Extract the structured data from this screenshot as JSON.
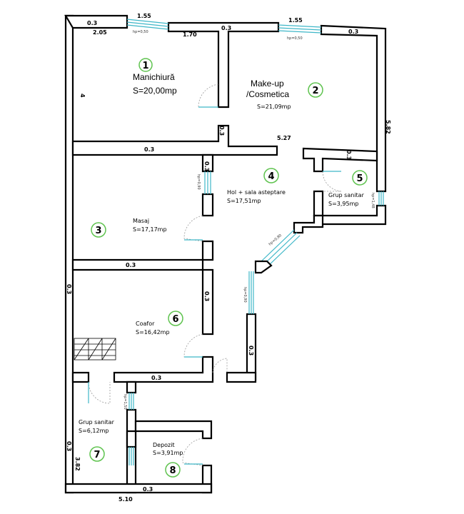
{
  "rooms": [
    {
      "number": "1",
      "name": "Manichiură",
      "area": "S=20,00mp"
    },
    {
      "number": "2",
      "name_line1": "Make-up",
      "name_line2": "/Cosmetica",
      "area": "S=21,09mp"
    },
    {
      "number": "3",
      "name": "Masaj",
      "area": "S=17,17mp"
    },
    {
      "number": "4",
      "name": "Hol + sala asteptare",
      "area": "S=17,51mp"
    },
    {
      "number": "5",
      "name": "Grup sanitar",
      "area": "S=3,95mp"
    },
    {
      "number": "6",
      "name": "Coafor",
      "area": "S=16,42mp"
    },
    {
      "number": "7",
      "name": "Grup sanitar",
      "area": "S=6,12mp"
    },
    {
      "number": "8",
      "name": "Depozit",
      "area": "S=3,91mp"
    }
  ],
  "dimensions": {
    "win_top_left": "1.55",
    "win_top_right": "1.55",
    "top_left_corner": "0.3",
    "top_left_width": "2.05",
    "top_mid_width": "1.70",
    "top_mid_wall": "0.3",
    "top_right_wall": "0.3",
    "left_room1_height": "4",
    "right_height": "5.82",
    "hall_width": "5.27",
    "wall_room1_room2": "0.3",
    "wall_room1_room3": "0.3",
    "wall_room3_hall": "0.3",
    "wall_room5_top": "0.3",
    "wall_room3_room6": "0.3",
    "left_wall_mid": "0.3",
    "wall_room6_hall": "0.3",
    "wall_hall_right_lower": "0.3",
    "wall_room6_bottom": "0.3",
    "left_wall_bottom": "0.3",
    "left_bottom_height": "3.82",
    "bottom_wall": "0.3",
    "bottom_width": "5.10"
  },
  "sill_labels": {
    "top_left": "hp=0,50",
    "top_right": "hp=0,50",
    "room3_window": "hp=0,90",
    "room5_window": "hp=1,48",
    "hall_diag": "hp=0,90",
    "hall_vert": "hp=0,90",
    "room7_window": "hp=1,50"
  }
}
